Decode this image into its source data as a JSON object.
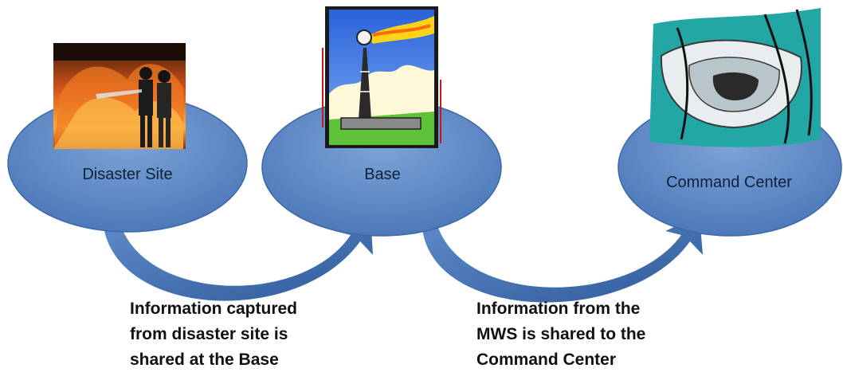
{
  "nodes": [
    {
      "id": "disaster-site",
      "label": "Disaster Site",
      "picture": "firefighters-photo"
    },
    {
      "id": "base",
      "label": "Base",
      "picture": "radio-tower-clipart"
    },
    {
      "id": "command-center",
      "label": "Command Center",
      "picture": "pentagon-building-clipart"
    }
  ],
  "captions": [
    {
      "lines": [
        "Information captured",
        "from disaster site is",
        "shared at the Base"
      ]
    },
    {
      "lines": [
        "Information from the",
        "MWS is shared to the",
        "Command Center"
      ]
    }
  ],
  "colors": {
    "ellipse_fill": "#5b87c5",
    "ellipse_edge": "#3d68a8",
    "arrow_fill": "#4a78b8",
    "label_text": "#0f2238"
  }
}
